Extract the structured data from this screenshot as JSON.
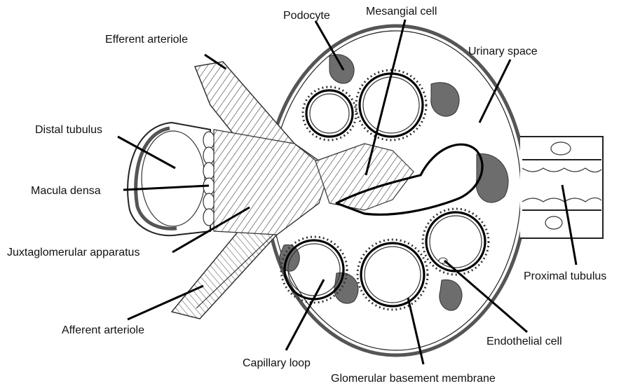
{
  "labels": {
    "podocyte": "Podocyte",
    "mesangial_cell": "Mesangial cell",
    "efferent_arteriole": "Efferent arteriole",
    "urinary_space": "Urinary space",
    "distal_tubulus": "Distal tubulus",
    "macula_densa": "Macula densa",
    "juxtaglomerular_apparatus": "Juxtaglomerular apparatus",
    "proximal_tubulus": "Proximal tubulus",
    "afferent_arteriole": "Afferent arteriole",
    "endothelial_cell": "Endothelial cell",
    "capillary_loop": "Capillary loop",
    "glomerular_basement_membrane": "Glomerular basement membrane"
  }
}
